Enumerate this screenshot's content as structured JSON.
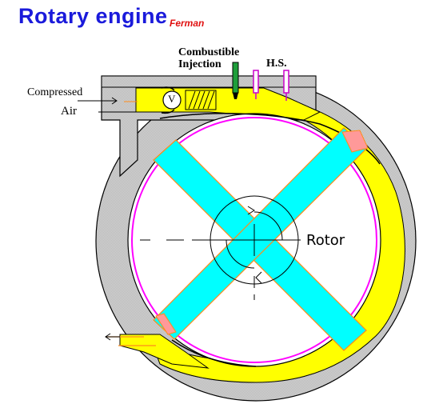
{
  "header": {
    "title": "Rotary engine",
    "author": "Ferman"
  },
  "labels": {
    "combustible": "Combustible",
    "injection": "Injection",
    "hs": "H.S.",
    "compressed": "Compressed",
    "air": "Air",
    "rotor": "Rotor",
    "valve": "V"
  },
  "colors": {
    "title": "#1a1adb",
    "author": "#e01010",
    "housing": "#c0c0c0",
    "chamber": "#ffff00",
    "vanes": "#00ffff",
    "rotor_outline": "#ff00ff",
    "flow_lines": "#ff8c1a",
    "injector": "#1e9e3a"
  }
}
